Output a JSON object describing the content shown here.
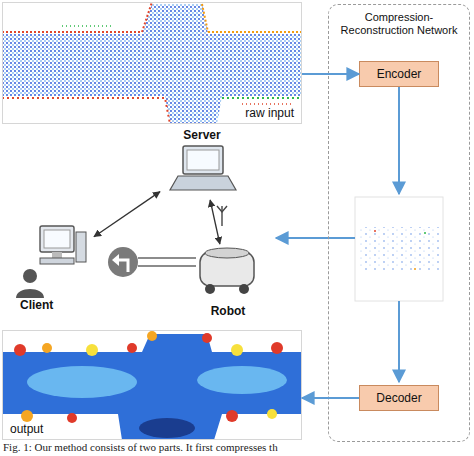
{
  "diagram": {
    "caption": "Fig. 1: Our method consists of two parts. It first compresses th",
    "nodes": [
      {
        "text": [
          "raw input"
        ]
      },
      {
        "text": [
          "Compression-Reconstruction Network"
        ]
      },
      {
        "text": [
          "Encoder"
        ],
        "in": 1
      },
      {
        "text": [
          "Server"
        ]
      },
      {
        "text": [
          "Client"
        ]
      },
      {
        "text": [
          "Robot"
        ]
      },
      {
        "text": [
          "Decoder"
        ],
        "in": 1
      },
      {
        "text": [
          "output"
        ]
      }
    ],
    "edges": [
      {
        "from": 0,
        "to": 2,
        "arrow": "to"
      },
      {
        "from": 3,
        "to": 4,
        "arrow": "both"
      },
      {
        "from": 3,
        "to": 5,
        "arrow": "both"
      },
      {
        "from": 6,
        "to": 7,
        "arrow": "to"
      }
    ]
  }
}
